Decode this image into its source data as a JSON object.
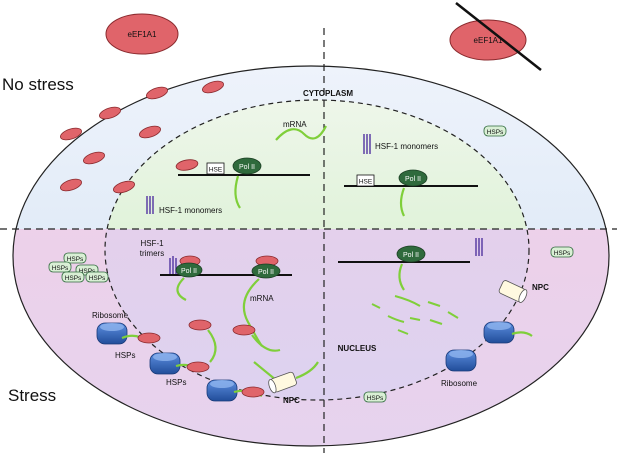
{
  "labels": {
    "eef1a1_normal": "eEF1A1",
    "eef1a1_knockdown": "eEF1A1",
    "no_stress": "No stress",
    "stress": "Stress",
    "cytoplasm": "CYTOPLASM",
    "nucleus": "NUCLEUS",
    "mrna_top": "mRNA",
    "mrna_bottom": "mRNA",
    "hsf1_monomers_left": "HSF-1 monomers",
    "hsf1_monomers_right": "HSF-1 monomers",
    "hsf1_trimers": "HSF-1\ntrimers",
    "hse": "HSE",
    "pol2": "Pol II",
    "hsps": "HSPs",
    "ribosome": "Ribosome",
    "npc": "NPC"
  },
  "colors": {
    "eef1a1_fill": "#e0646a",
    "eef1a1_stroke": "#8a2a2e",
    "cytoplasm_no_stress": "#dce8f6",
    "cytoplasm_stress": "#ecd3ea",
    "nucleus_no_stress": "#dff3da",
    "nucleus_stress": "#e5d4ef",
    "pol2_fill": "#2f6a3c",
    "mrna_stroke": "#7fcf3a",
    "hsf1_purple": "#5b3fa5",
    "ribosome_blue": "#3f74c9",
    "hsps_fill": "#d9efd5",
    "hsps_stroke": "#2f6a3c"
  }
}
